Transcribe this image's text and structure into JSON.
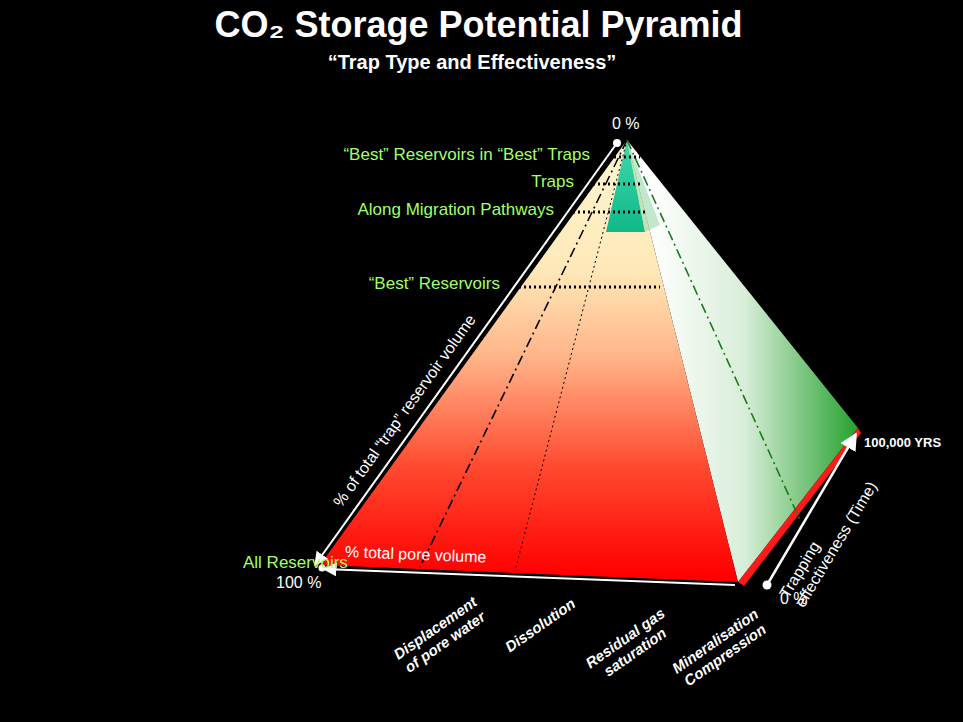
{
  "diagram": {
    "title": "CO₂ Storage Potential Pyramid",
    "labels": [
      "“Trap Type and Effectiveness”",
      "0 %",
      "“Best” Reservoirs in “Best” Traps",
      "Traps",
      "Along Migration Pathways",
      "“Best” Reservoirs",
      "% of total “trap” reservoir volume",
      "All Reservoirs",
      "100 %",
      "% total pore volume",
      "0 %",
      "100,000 YRS",
      "Trapping effectiveness (Time)",
      "Displacement of pore water",
      "Dissolution",
      "Residual gas saturation",
      "Mineralisation Compression"
    ]
  }
}
